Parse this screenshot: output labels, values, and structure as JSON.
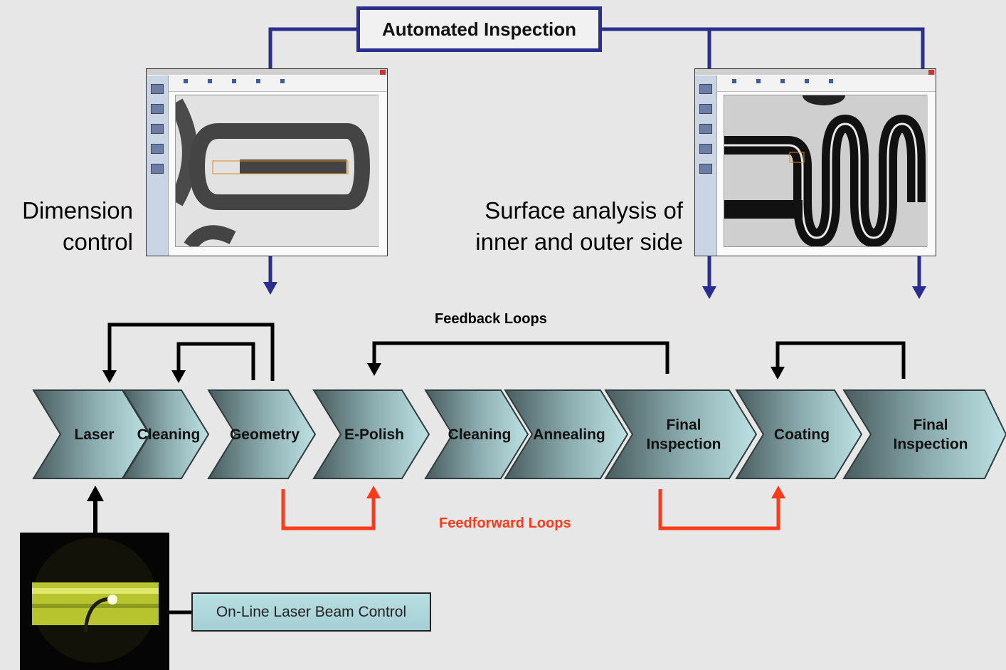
{
  "automated_inspection": "Automated Inspection",
  "dimension_control": "Dimension\ncontrol",
  "surface_analysis": "Surface analysis of\ninner and outer side",
  "feedback_loops": "Feedback Loops",
  "feedforward_loops": "Feedforward Loops",
  "online_beam_control": "On-Line Laser Beam Control",
  "steps": [
    {
      "id": "laser",
      "lines": [
        "Laser"
      ]
    },
    {
      "id": "cleaning-1",
      "lines": [
        "Cleaning"
      ]
    },
    {
      "id": "geometry",
      "lines": [
        "Geometry"
      ]
    },
    {
      "id": "e-polish",
      "lines": [
        "E-Polish"
      ]
    },
    {
      "id": "cleaning-2",
      "lines": [
        "Cleaning"
      ]
    },
    {
      "id": "annealing",
      "lines": [
        "Annealing"
      ]
    },
    {
      "id": "final-inspection-1",
      "lines": [
        "Final",
        "Inspection"
      ]
    },
    {
      "id": "coating",
      "lines": [
        "Coating"
      ]
    },
    {
      "id": "final-inspection-2",
      "lines": [
        "Final",
        "Inspection"
      ]
    }
  ],
  "colors": {
    "inspection_line": "#2a2f8f",
    "feedback": "#000000",
    "feedforward": "#ff3a1a",
    "chevron_dark": "#485c5e",
    "chevron_light": "#bde2e4"
  }
}
